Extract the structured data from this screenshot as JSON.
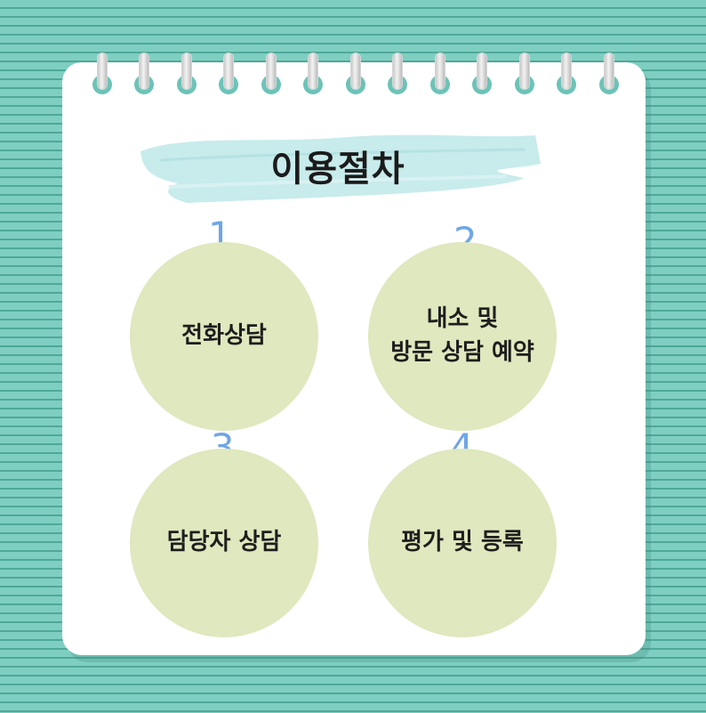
{
  "title": "이용절차",
  "steps": [
    {
      "number": "1",
      "label": "전화상담"
    },
    {
      "number": "2",
      "label_line1": "내소 및",
      "label_line2": "방문 상담 예약"
    },
    {
      "number": "3",
      "label": "담당자 상담"
    },
    {
      "number": "4",
      "label": "평가 및 등록"
    }
  ],
  "colors": {
    "background": "#7ecfc2",
    "stripe": "#4fa89a",
    "card": "#ffffff",
    "circle": "#dfe8be",
    "brush": "#c8ebec",
    "number": "#6fa6e6",
    "ring_hole": "#6cc3b8"
  }
}
